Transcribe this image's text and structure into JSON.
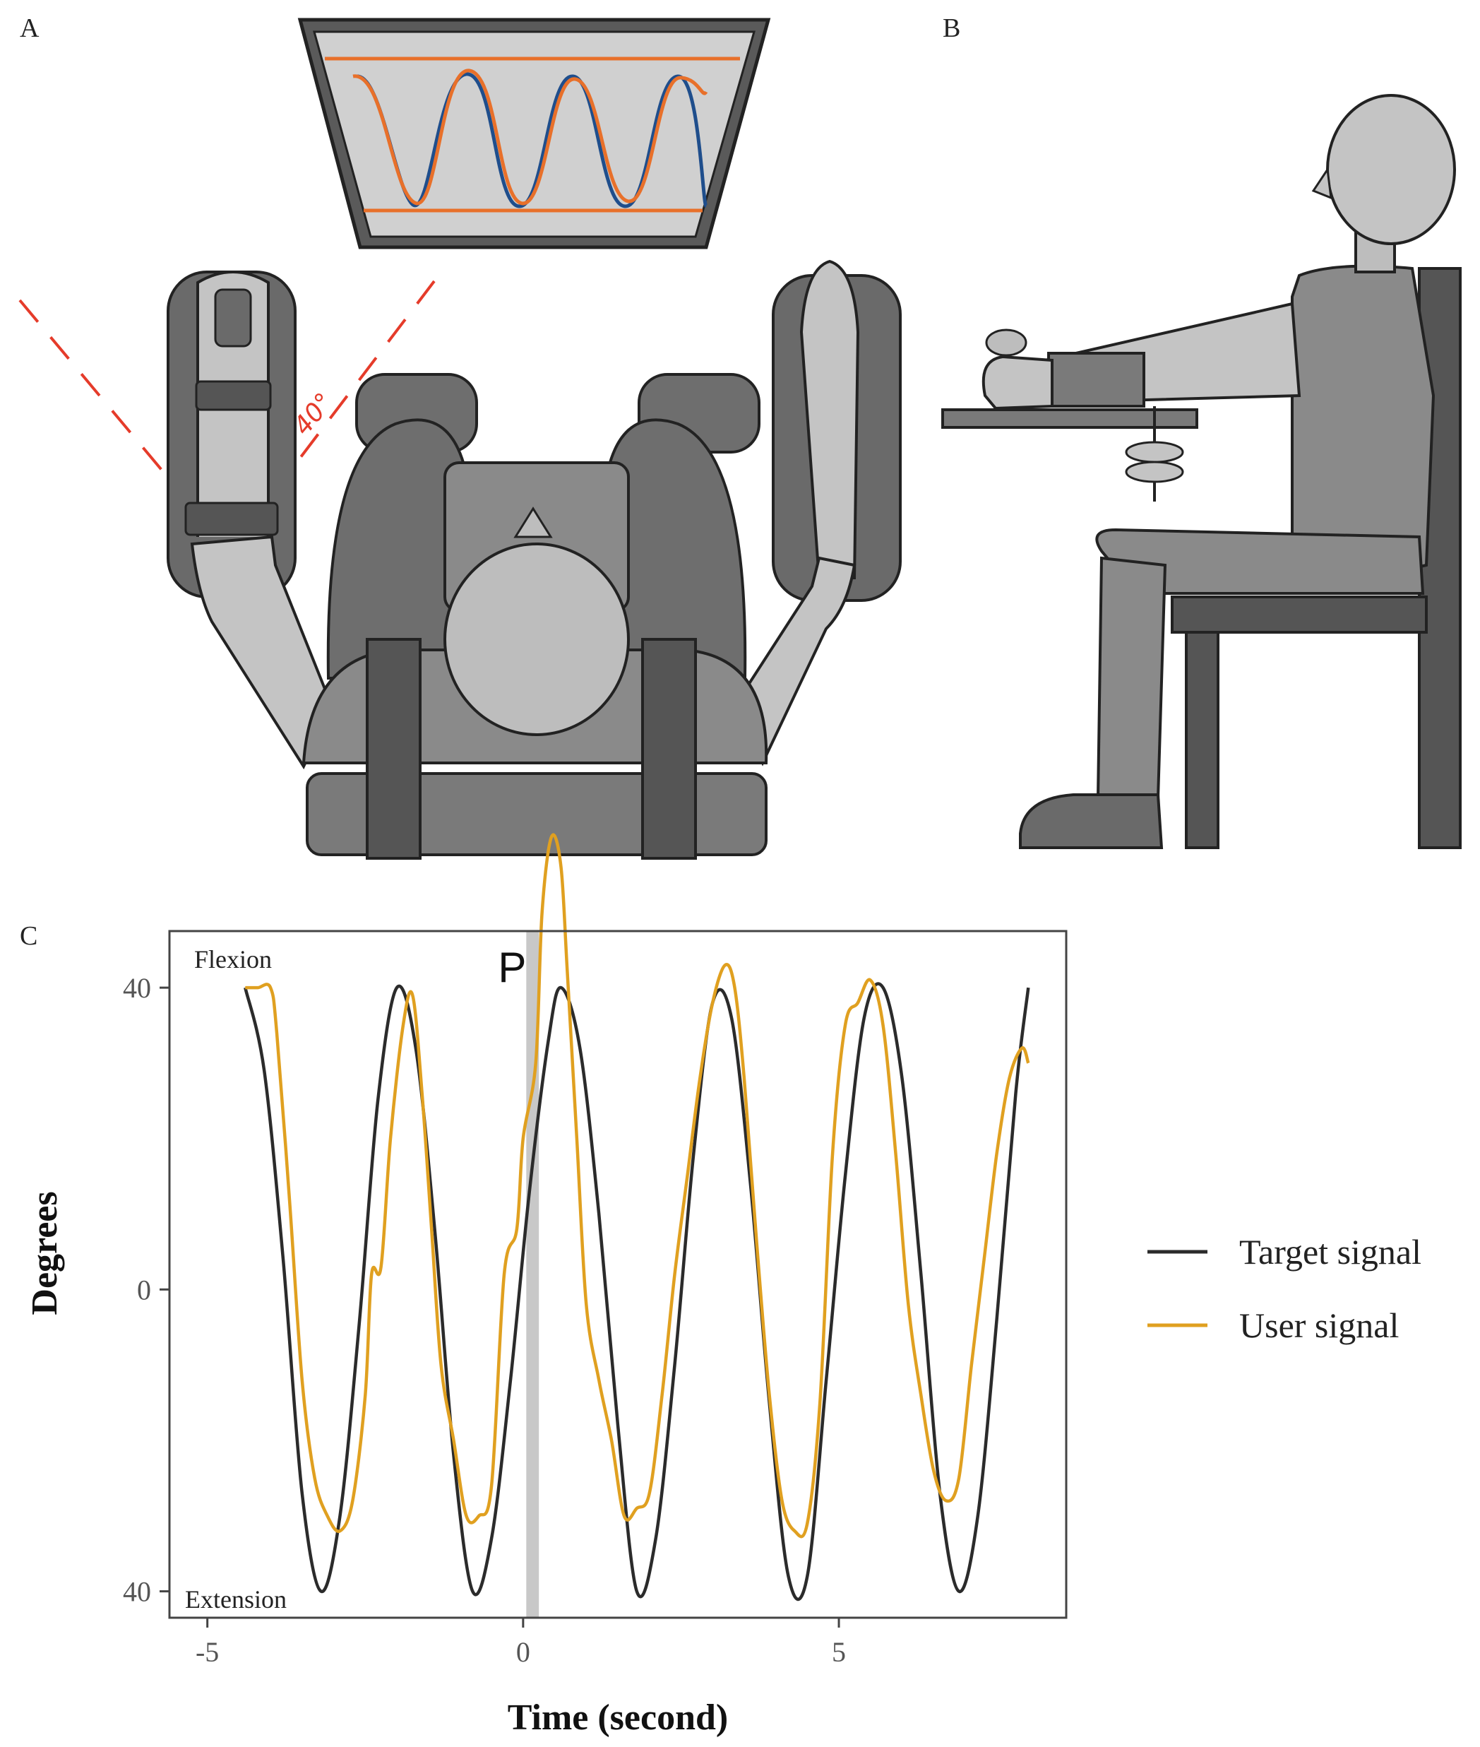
{
  "panels": {
    "a": "A",
    "b": "B",
    "c": "C"
  },
  "colors": {
    "target": "#2b2b2b",
    "user": "#e0a020",
    "highlight": "#c8c8c8",
    "screen_target": "#1f4e8c",
    "screen_user": "#e8702a",
    "guide": "#e53b2a",
    "chair_dark": "#6a6a6a",
    "body_mid": "#8a8a8a",
    "skin": "#c4c4c4"
  },
  "illustration": {
    "angle_label": "40°"
  },
  "chart_data": {
    "type": "line",
    "xlabel": "Time (second)",
    "ylabel": "Degrees",
    "xlim": [
      -5.6,
      8.6
    ],
    "ylim": [
      -43.5,
      47.5
    ],
    "xticks": [
      -5,
      0,
      5
    ],
    "xtick_labels": [
      "-5",
      "0",
      "5"
    ],
    "yticks": [
      -40,
      0,
      40
    ],
    "ytick_labels": [
      "40",
      "0",
      "40"
    ],
    "annotations": {
      "top": "Flexion",
      "bottom": "Extension"
    },
    "perturbation": {
      "label": "P",
      "x_start": 0.05,
      "x_end": 0.25
    },
    "legend": {
      "placement": "right"
    },
    "series": [
      {
        "name": "Target signal",
        "color_key": "target",
        "x": [
          -4.4,
          -4.1,
          -3.8,
          -3.5,
          -3.2,
          -2.9,
          -2.6,
          -2.3,
          -2.0,
          -1.7,
          -1.4,
          -1.1,
          -0.8,
          -0.5,
          -0.2,
          0.1,
          0.4,
          0.6,
          0.9,
          1.2,
          1.5,
          1.8,
          2.1,
          2.4,
          2.7,
          3.0,
          3.3,
          3.6,
          3.9,
          4.2,
          4.5,
          4.8,
          5.1,
          5.4,
          5.7,
          6.0,
          6.3,
          6.6,
          6.9,
          7.2,
          7.5,
          7.8,
          8.0
        ],
        "y": [
          40,
          29,
          4,
          -27,
          -40,
          -30,
          -5,
          25,
          40,
          32,
          8,
          -22,
          -40,
          -33,
          -12,
          13,
          33,
          40,
          32,
          10,
          -18,
          -40,
          -33,
          -10,
          18,
          38,
          36,
          14,
          -15,
          -38,
          -38,
          -12,
          15,
          36,
          40,
          28,
          2,
          -27,
          -40,
          -30,
          -4,
          26,
          40
        ]
      },
      {
        "name": "User signal",
        "color_key": "user",
        "x": [
          -4.4,
          -4.2,
          -4.0,
          -3.9,
          -3.7,
          -3.5,
          -3.3,
          -3.1,
          -2.9,
          -2.7,
          -2.5,
          -2.4,
          -2.25,
          -2.1,
          -1.9,
          -1.75,
          -1.6,
          -1.45,
          -1.3,
          -1.1,
          -0.9,
          -0.7,
          -0.5,
          -0.3,
          -0.1,
          0.0,
          0.2,
          0.3,
          0.45,
          0.6,
          0.7,
          0.85,
          1.0,
          1.2,
          1.4,
          1.6,
          1.8,
          2.0,
          2.2,
          2.4,
          2.6,
          2.8,
          3.0,
          3.2,
          3.35,
          3.5,
          3.7,
          3.9,
          4.1,
          4.3,
          4.5,
          4.7,
          4.9,
          5.1,
          5.3,
          5.5,
          5.7,
          5.9,
          6.1,
          6.3,
          6.5,
          6.7,
          6.9,
          7.1,
          7.3,
          7.5,
          7.7,
          7.9,
          8.0
        ],
        "y": [
          40,
          40,
          40,
          34,
          12,
          -12,
          -25,
          -30,
          -32,
          -28,
          -14,
          2,
          3,
          20,
          35,
          39,
          26,
          8,
          -10,
          -20,
          -30,
          -30,
          -26,
          2,
          8,
          20,
          30,
          50,
          60,
          56,
          42,
          20,
          -2,
          -12,
          -20,
          -30,
          -29,
          -27,
          -14,
          2,
          15,
          28,
          38,
          43,
          40,
          28,
          6,
          -14,
          -28,
          -32,
          -31,
          -15,
          18,
          35,
          38,
          41,
          35,
          18,
          -2,
          -14,
          -24,
          -28,
          -25,
          -10,
          4,
          18,
          28,
          32,
          30
        ]
      }
    ]
  }
}
